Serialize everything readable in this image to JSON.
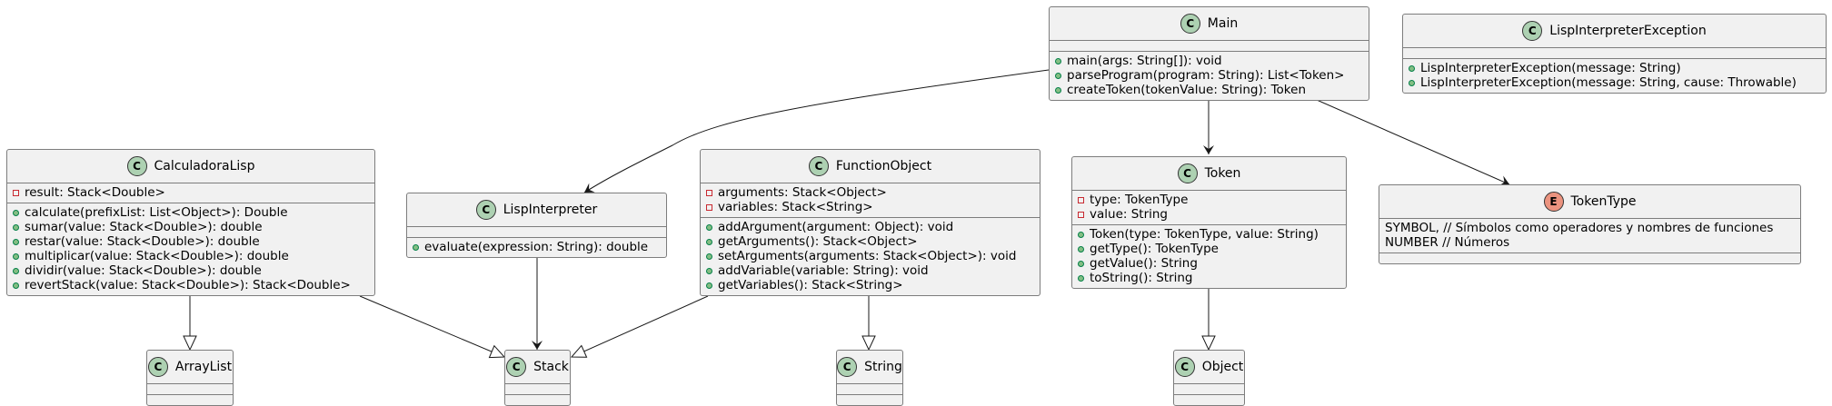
{
  "classes": {
    "main": {
      "badge": "C",
      "name": "Main",
      "fields": [],
      "methods": [
        "main(args: String[]): void",
        "parseProgram(program: String): List<Token>",
        "createToken(tokenValue: String): Token"
      ]
    },
    "lispException": {
      "badge": "C",
      "name": "LispInterpreterException",
      "fields": [],
      "methods": [
        "LispInterpreterException(message: String)",
        "LispInterpreterException(message: String, cause: Throwable)"
      ]
    },
    "calculadora": {
      "badge": "C",
      "name": "CalculadoraLisp",
      "fields": [
        "result: Stack<Double>"
      ],
      "methods": [
        "calculate(prefixList: List<Object>): Double",
        "sumar(value: Stack<Double>): double",
        "restar(value: Stack<Double>): double",
        "multiplicar(value: Stack<Double>): double",
        "dividir(value: Stack<Double>): double",
        "revertStack(value: Stack<Double>): Stack<Double>"
      ]
    },
    "interpreter": {
      "badge": "C",
      "name": "LispInterpreter",
      "fields": [],
      "methods": [
        "evaluate(expression: String): double"
      ]
    },
    "functionObject": {
      "badge": "C",
      "name": "FunctionObject",
      "fields": [
        "arguments: Stack<Object>",
        "variables: Stack<String>"
      ],
      "methods": [
        "addArgument(argument: Object): void",
        "getArguments(): Stack<Object>",
        "setArguments(arguments: Stack<Object>): void",
        "addVariable(variable: String): void",
        "getVariables(): Stack<String>"
      ]
    },
    "token": {
      "badge": "C",
      "name": "Token",
      "fields": [
        "type: TokenType",
        "value: String"
      ],
      "methods": [
        "Token(type: TokenType, value: String)",
        "getType(): TokenType",
        "getValue(): String",
        "toString(): String"
      ]
    },
    "tokenType": {
      "badge": "E",
      "name": "TokenType",
      "values": [
        "SYMBOL, // Símbolos como operadores y nombres de funciones",
        "NUMBER // Números"
      ]
    },
    "arrayList": {
      "badge": "C",
      "name": "ArrayList"
    },
    "stack": {
      "badge": "C",
      "name": "Stack"
    },
    "string": {
      "badge": "C",
      "name": "String"
    },
    "object": {
      "badge": "C",
      "name": "Object"
    }
  },
  "colors": {
    "class_badge": "#add1b2",
    "enum_badge": "#eb937f",
    "box_fill": "#f1f1f1",
    "border": "#7d7d7d",
    "public_marker": "#84be84",
    "private_marker": "#c82930"
  }
}
